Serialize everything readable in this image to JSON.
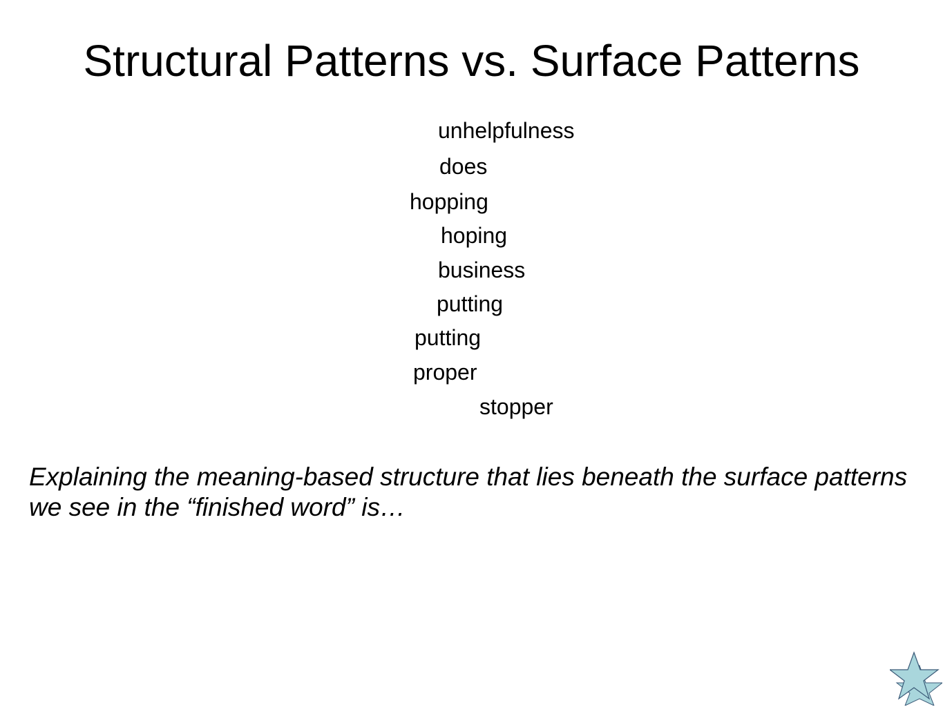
{
  "slide": {
    "title": "Structural Patterns vs. Surface Patterns",
    "words": [
      "unhelpfulness",
      "does",
      "hopping",
      "hoping",
      "business",
      "putting",
      "putting",
      "proper",
      "stopper"
    ],
    "explanation": "Explaining the meaning-based structure that lies beneath the surface patterns we see in the “finished word” is…"
  },
  "nav": {
    "icon": "star-icon",
    "colors": {
      "fill": "#a9d6dc",
      "stroke": "#3b5a78"
    }
  }
}
